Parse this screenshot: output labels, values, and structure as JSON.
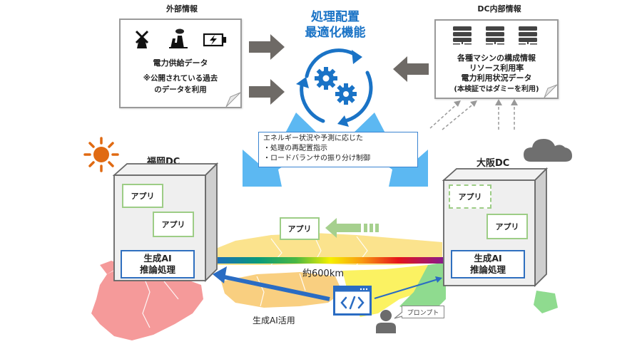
{
  "external_info": {
    "title": "外部情報",
    "icons": [
      "windmill-icon",
      "power-plant-icon",
      "battery-charging-icon"
    ],
    "line1": "電力供給データ",
    "line2": "※公開されている過去",
    "line3": "のデータを利用"
  },
  "optimizer": {
    "title_line1": "処理配置",
    "title_line2": "最適化機能",
    "icon": "gears-cycle-icon",
    "callout_line1": "エネルギー状況や予測に応じた",
    "callout_line2": "・処理の再配置指示",
    "callout_line3": "・ロードバランサの振り分け制御"
  },
  "dc_internal_info": {
    "title": "DC内部情報",
    "icons": [
      "server-icon",
      "server-icon",
      "server-icon"
    ],
    "line1": "各種マシンの構成情報",
    "line2": "リソース利用率",
    "line3": "電力利用状況データ",
    "line4": "(本検証ではダミーを利用)"
  },
  "fukuoka_dc": {
    "label": "福岡DC",
    "weather_icon": "sun-icon",
    "app1": "アプリ",
    "app2": "アプリ",
    "ai_line1": "生成AI",
    "ai_line2": "推論処理"
  },
  "osaka_dc": {
    "label": "大阪DC",
    "weather_icon": "cloud-icon",
    "app1": "アプリ",
    "app2": "アプリ",
    "ai_line1": "生成AI",
    "ai_line2": "推論処理"
  },
  "migration": {
    "app_label": "アプリ"
  },
  "distance": {
    "label": "約600km"
  },
  "usage": {
    "label": "生成AI活用",
    "prompt_label": "プロンプト"
  },
  "colors": {
    "accent_blue": "#1a73c6",
    "arrow_gray": "#6e6a66",
    "light_blue": "#5cb8f2",
    "app_green": "#9dcd86",
    "ai_border": "#2f6fbf",
    "sun_orange": "#e06a12",
    "cloud_gray": "#6f6f6f"
  }
}
